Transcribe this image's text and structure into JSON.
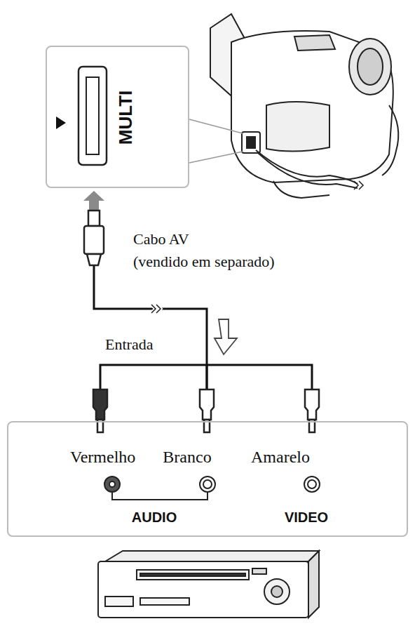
{
  "diagram": {
    "nodes": [
      {
        "text": [
          "MULTI"
        ]
      },
      {
        "text": [
          "Vermelho",
          "Branco",
          "Amarelo",
          "AUDIO",
          "VIDEO"
        ]
      }
    ],
    "edges": [
      {
        "from": 1,
        "to": 0,
        "arrow": "to",
        "label": "Cabo AV (vendido em separado)"
      }
    ],
    "labels": [
      "Entrada"
    ]
  }
}
